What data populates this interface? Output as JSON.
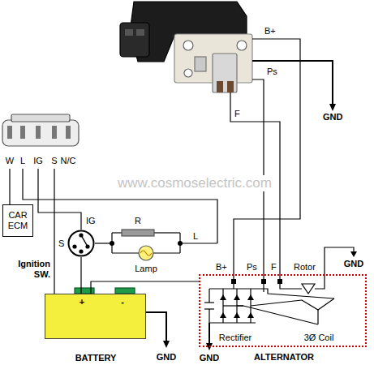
{
  "diagram": {
    "nodes": [
      {
        "text": [
          "W",
          "L",
          "IG",
          "S",
          "N/C"
        ]
      },
      {
        "text": [
          "CAR ECM"
        ]
      },
      {
        "text": [
          "IG",
          "S",
          "Ignition SW."
        ]
      },
      {
        "text": [
          "+",
          "-",
          "BATTERY"
        ]
      },
      {
        "text": [
          "ALTERNATOR"
        ]
      }
    ],
    "edges": [
      {
        "from": 0,
        "to": 1,
        "arrow": "none"
      },
      {
        "from": 0,
        "to": 2,
        "arrow": "none"
      },
      {
        "from": 0,
        "to": 3,
        "arrow": "none"
      },
      {
        "from": 2,
        "to": 3,
        "arrow": "none"
      },
      {
        "from": 3,
        "to": 4,
        "arrow": "none"
      }
    ],
    "labels": [
      "www.cosmoselectric.com",
      "B+",
      "Ps",
      "F",
      "GND",
      "R",
      "Lamp",
      "L",
      "B+",
      "Ps",
      "F",
      "Rotor",
      "GND",
      "GND",
      "GND",
      "Rectifier",
      "3Ø Coil"
    ]
  }
}
